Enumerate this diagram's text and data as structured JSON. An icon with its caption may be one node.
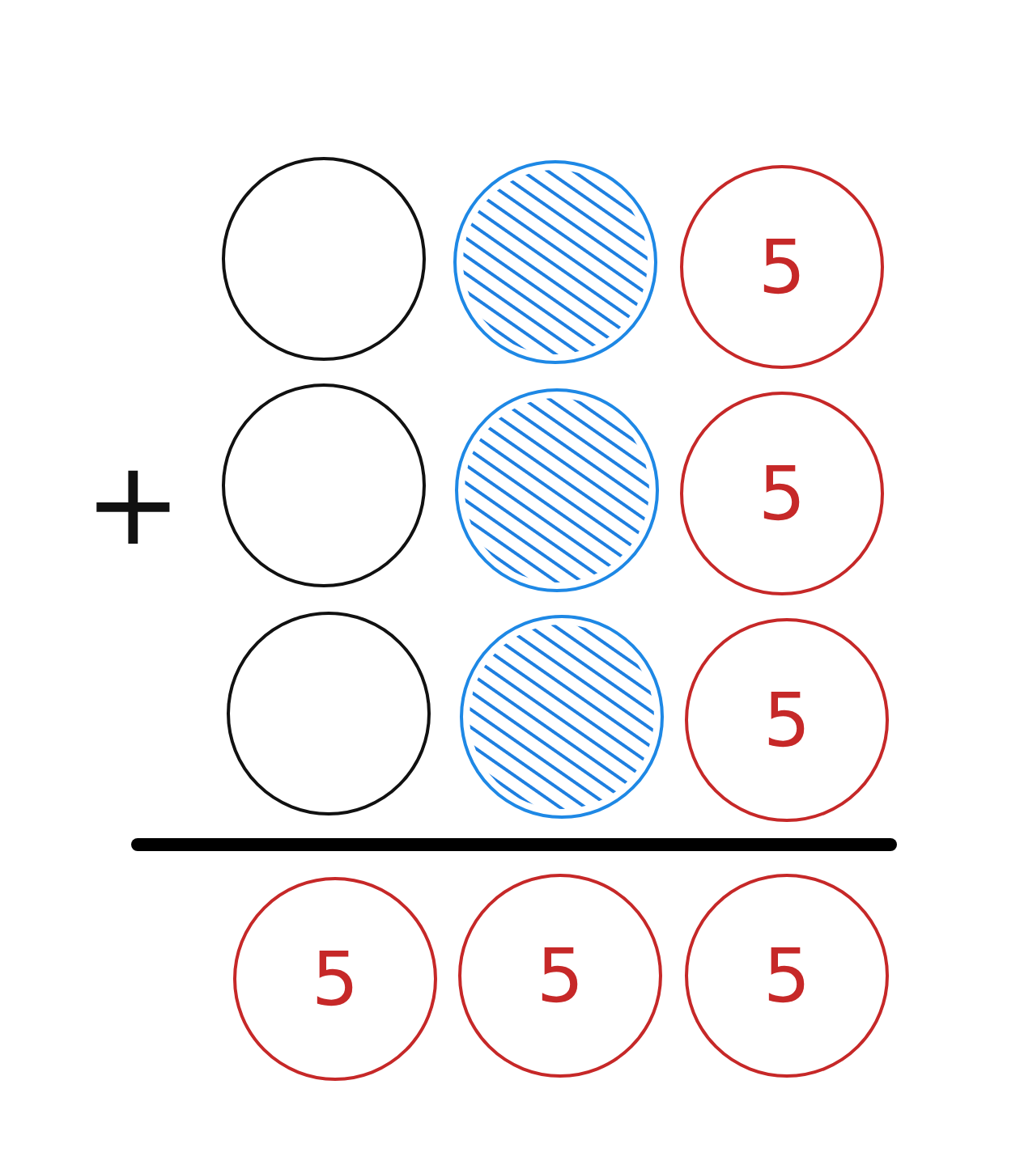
{
  "diagram": {
    "nodes": [
      {
        "text": [],
        "shape": "circle"
      },
      {
        "text": [],
        "shape": "disc"
      },
      {
        "text": [
          "5"
        ]
      },
      {
        "text": [],
        "shape": "circle"
      },
      {
        "text": [],
        "shape": "disc"
      },
      {
        "text": [
          "5"
        ]
      },
      {
        "text": [],
        "shape": "circle"
      },
      {
        "text": [],
        "shape": "disc"
      },
      {
        "text": [
          "5"
        ]
      },
      {
        "text": [
          "5"
        ]
      },
      {
        "text": [
          "5"
        ]
      },
      {
        "text": [
          "5"
        ]
      }
    ],
    "labels": [
      "+"
    ]
  }
}
